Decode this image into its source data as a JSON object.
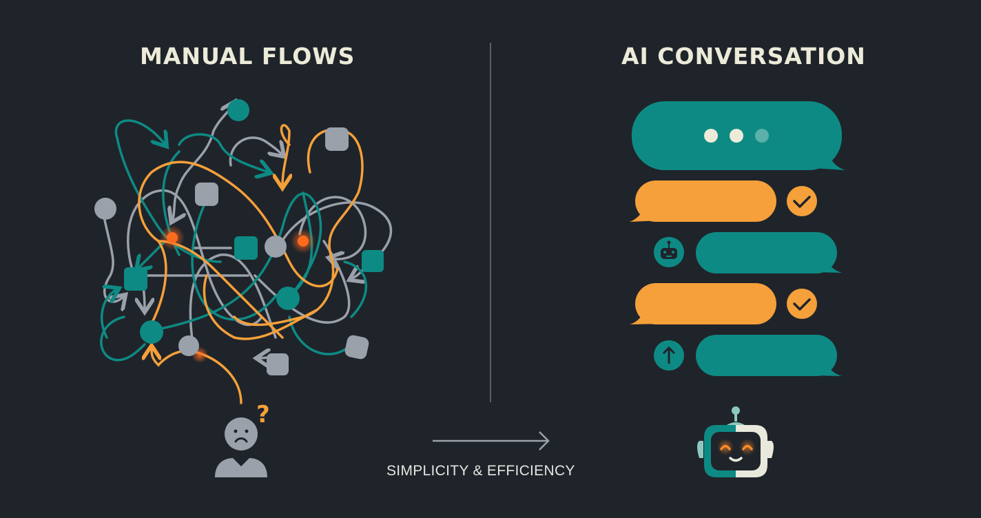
{
  "left_panel": {
    "title": "MANUAL FLOWS",
    "illustration": "tangled-flowchart",
    "figure_icon": "confused-person-icon",
    "question_mark": "?"
  },
  "right_panel": {
    "title": "AI CONVERSATION",
    "messages": [
      {
        "side": "right",
        "color": "teal",
        "content": "typing-indicator"
      },
      {
        "side": "left",
        "color": "orange",
        "status_icon": "check-icon"
      },
      {
        "side": "right",
        "color": "teal",
        "avatar_icon": "robot-icon"
      },
      {
        "side": "left",
        "color": "orange",
        "status_icon": "check-icon"
      },
      {
        "side": "right",
        "color": "teal",
        "avatar_icon": "arrow-up-icon"
      }
    ],
    "mascot_icon": "robot-mascot-icon"
  },
  "transition": {
    "arrow_icon": "arrow-right-icon",
    "caption": "SIMPLICITY & EFFICIENCY"
  },
  "colors": {
    "background": "#1f242a",
    "teal": "#0e8a84",
    "orange": "#f5a03a",
    "gray": "#9aa1ab",
    "title": "#ecebd9",
    "hot": "#ff6a1f"
  }
}
